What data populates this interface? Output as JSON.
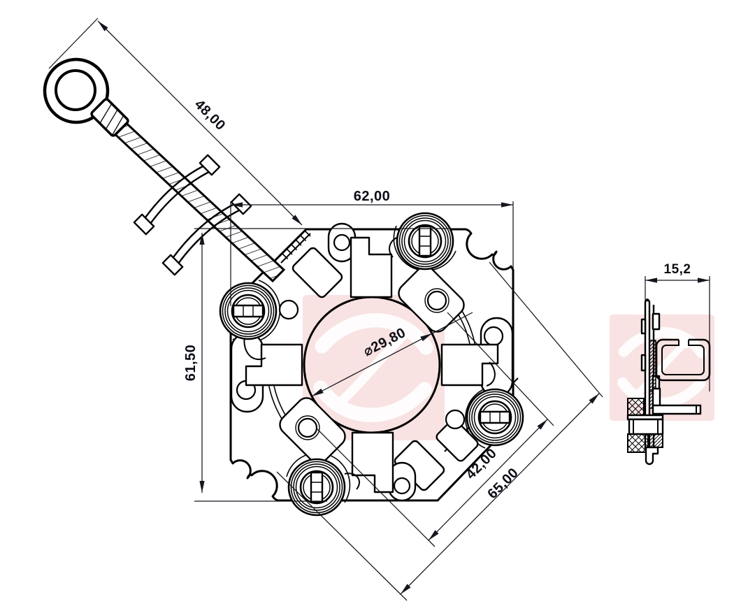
{
  "page": {
    "background": "#ffffff"
  },
  "drawing": {
    "line_color": "#000000",
    "dim_color": "#15151e",
    "watermark_color": "#f8e2e2",
    "watermark_swirl_color": "#ffffff",
    "dims": {
      "d48": "48,00",
      "d62": "62,00",
      "d61_5": "61,50",
      "d29_8": "⌀29,80",
      "d42": "42,00",
      "d65": "65,00",
      "d15_2": "15,2"
    }
  }
}
